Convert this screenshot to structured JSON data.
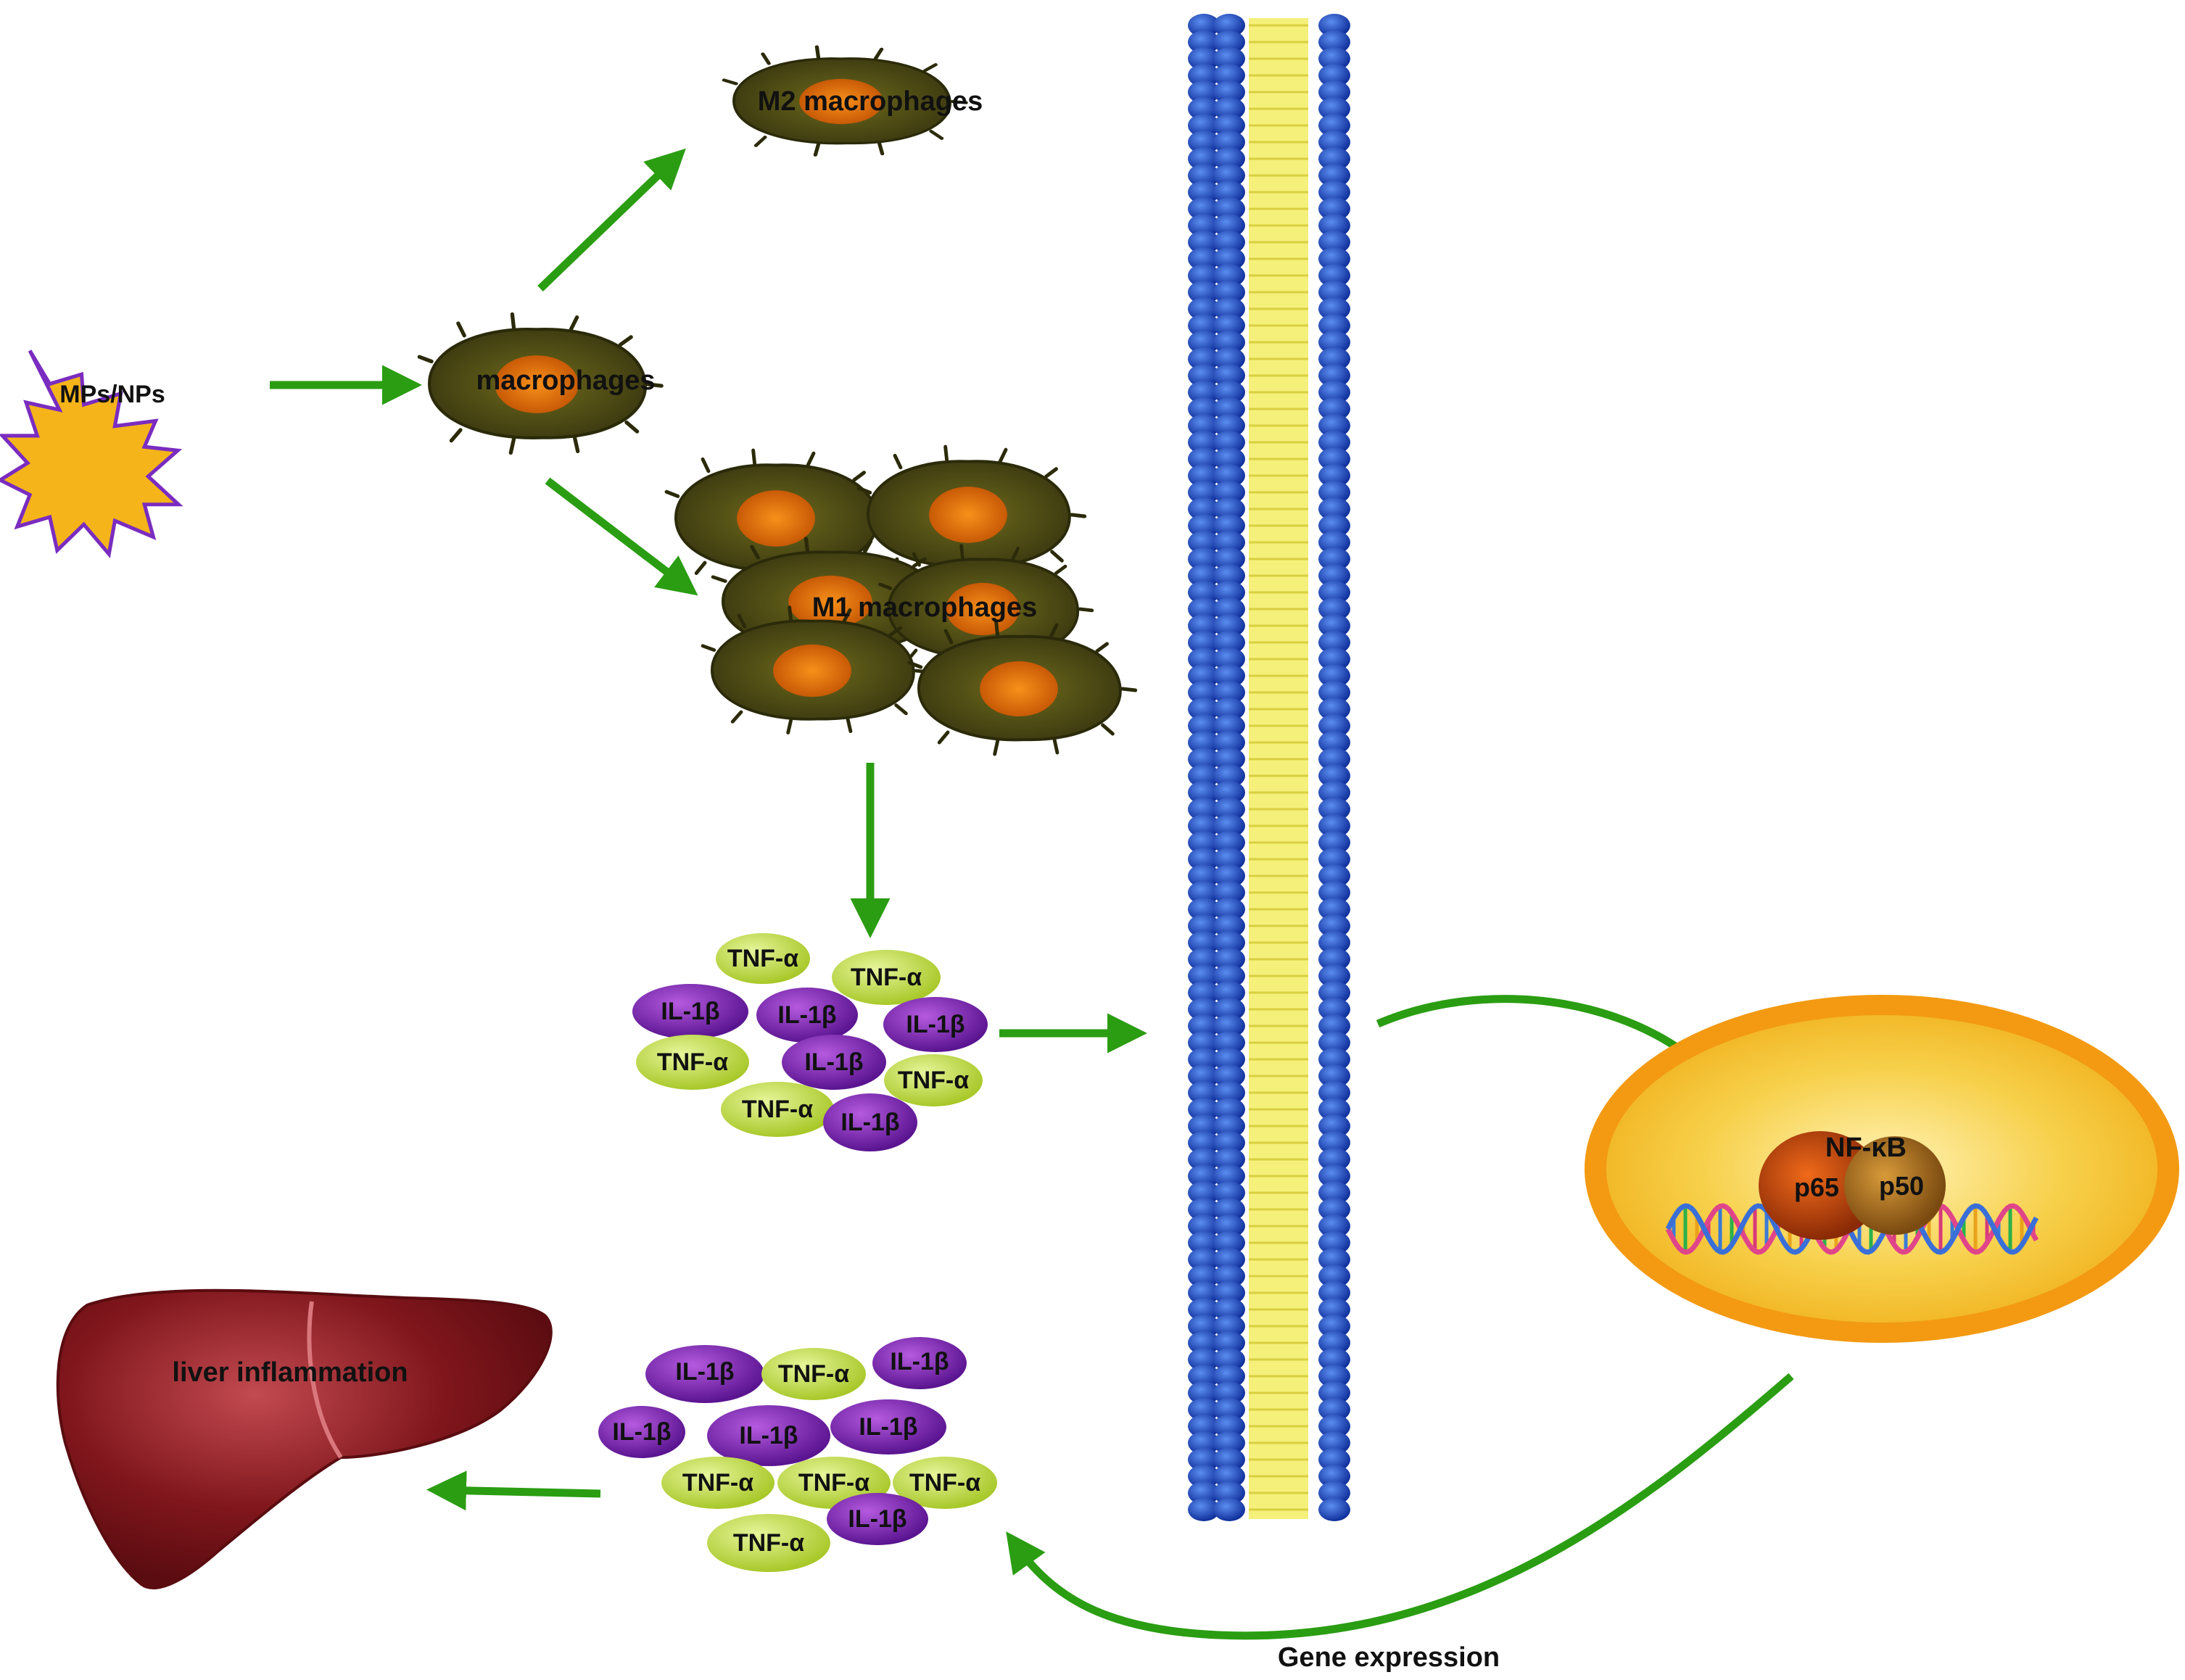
{
  "labels": {
    "source": "MPs/NPs",
    "macrophages": "macrophages",
    "m2": "M2 macrophages",
    "m1": "M1 macrophages",
    "nfkb": "NF-κB",
    "p65": "p65",
    "p50": "p50",
    "gene_expression": "Gene expression",
    "liver": "liver inflammation"
  },
  "cytokines": {
    "tnf": "TNF-α",
    "il1b": "IL-1β"
  },
  "colors": {
    "arrow": "#2a9d12",
    "tnf_fill": "#c6e04a",
    "il1b_fill": "#7a2ab0",
    "membrane_head": "#1747b8",
    "membrane_tail": "#f4f07a",
    "nucleus_rim": "#f39a12",
    "nucleus_fill": "#f7c53a",
    "liver": "#7a1419",
    "star": "#f5b41a",
    "star_outline": "#7a2cc0",
    "cell_body": "#4d4a14",
    "cell_nucleus": "#e8740a"
  },
  "icons": [
    "nanoparticle-star-icon",
    "macrophage-icon",
    "cell-membrane-icon",
    "nucleus-icon",
    "dna-helix-icon",
    "liver-icon"
  ]
}
